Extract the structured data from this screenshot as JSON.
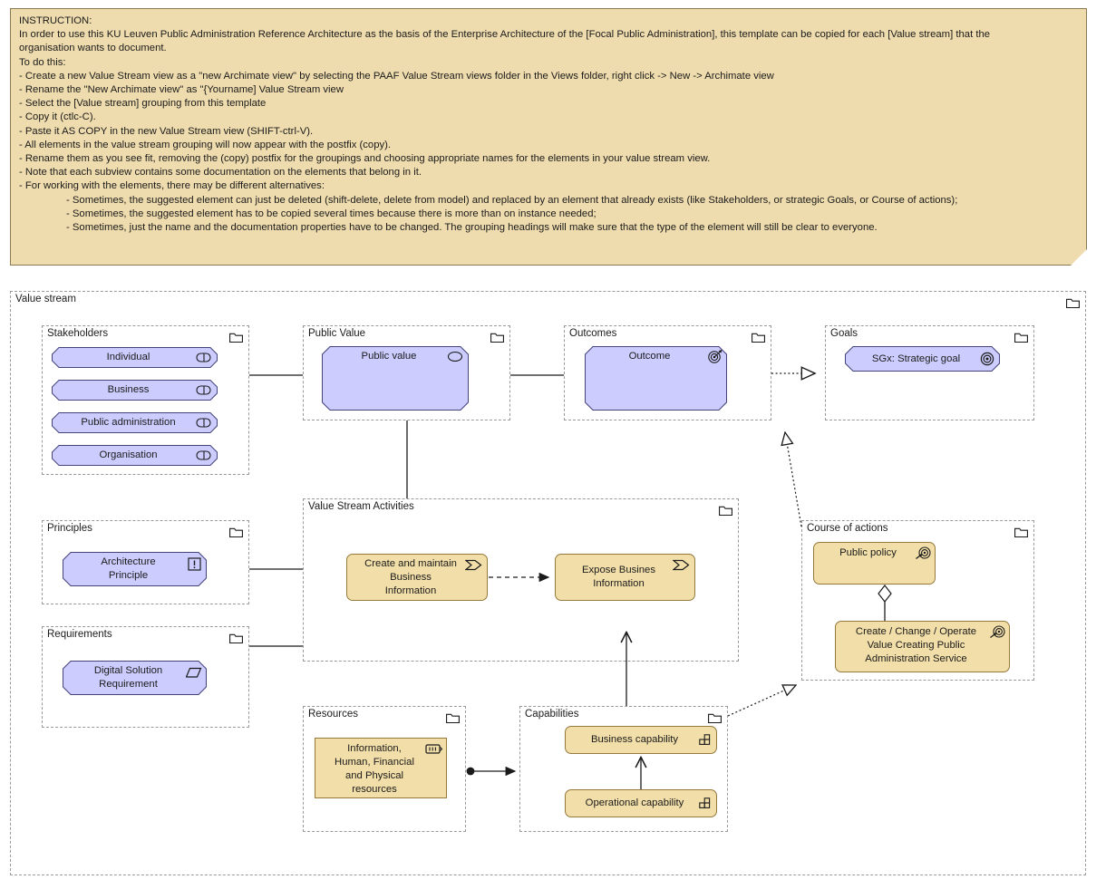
{
  "instruction": {
    "title": "INSTRUCTION:",
    "lines": [
      "In order to use this KU Leuven Public Administration Reference Architecture as the basis of the Enterprise Architecture of the [Focal Public Administration], this template can be copied for each [Value stream] that the",
      "organisation wants to document.",
      "To do this:",
      "- Create a new Value Stream view as a \"new Archimate view\" by selecting the PAAF Value Stream views folder in the Views folder, right click -> New -> Archimate view",
      "- Rename the \"New Archimate view\" as \"{Yourname] Value Stream view",
      "- Select the [Value stream] grouping from this template",
      "- Copy it (ctlc-C).",
      "- Paste it AS COPY in the new Value Stream view (SHIFT-ctrl-V).",
      "- All elements in the value stream grouping will now appear with the postfix (copy).",
      "- Rename them as you see fit, removing the (copy) postfix for the groupings and choosing appropriate names for the elements in your value stream view.",
      "- Note that each subview contains some documentation on the elements that belong in it.",
      "- For working with the elements, there may be different alternatives:"
    ],
    "sub_lines": [
      "- Sometimes, the suggested element can just be deleted (shift-delete, delete from model) and replaced by an element that already exists (like Stakeholders, or strategic Goals, or Course of actions);",
      "- Sometimes, the suggested element has to be copied several times because there is more than on instance needed;",
      "- Sometimes, just the name and the documentation properties have to be changed. The grouping headings will make sure that the type of the element will still be clear to everyone."
    ]
  },
  "diagram": {
    "outer_group_label": "Value stream",
    "groups": {
      "stakeholders": "Stakeholders",
      "public_value": "Public Value",
      "outcomes": "Outcomes",
      "goals": "Goals",
      "principles": "Principles",
      "requirements": "Requirements",
      "value_stream_activities": "Value Stream Activities",
      "course_of_actions": "Course of actions",
      "resources": "Resources",
      "capabilities": "Capabilities"
    },
    "elements": {
      "individual": {
        "label": "Individual",
        "icon": "stakeholder-role-icon"
      },
      "business": {
        "label": "Business",
        "icon": "stakeholder-role-icon"
      },
      "public_administration": {
        "label": "Public administration",
        "icon": "stakeholder-role-icon"
      },
      "organisation": {
        "label": "Organisation",
        "icon": "stakeholder-role-icon"
      },
      "public_value": {
        "label": "Public value",
        "icon": "value-oval-icon"
      },
      "outcome": {
        "label": "Outcome",
        "icon": "outcome-target-arrow-icon"
      },
      "strategic_goal": {
        "label": "SGx: Strategic goal",
        "icon": "goal-bullseye-icon"
      },
      "architecture_principle": {
        "label": "Architecture\nPrinciple",
        "icon": "principle-exclamation-icon"
      },
      "digital_solution_requirement": {
        "label": "Digital Solution\nRequirement",
        "icon": "requirement-parallelogram-icon"
      },
      "create_maintain_business_information": {
        "label": "Create and maintain\nBusiness\nInformation",
        "icon": "business-process-arrow-icon"
      },
      "expose_business_information": {
        "label": "Expose Busines\nInformation",
        "icon": "business-process-arrow-icon"
      },
      "public_policy": {
        "label": "Public policy",
        "icon": "course-of-action-icon"
      },
      "create_change_operate_service": {
        "label": "Create / Change / Operate\nValue Creating Public\nAdministration Service",
        "icon": "course-of-action-icon"
      },
      "resources_element": {
        "label": "Information,\nHuman, Financial\nand Physical\nresources",
        "icon": "resource-icon"
      },
      "business_capability": {
        "label": "Business capability",
        "icon": "capability-blocks-icon"
      },
      "operational_capability": {
        "label": "Operational capability",
        "icon": "capability-blocks-icon"
      }
    },
    "colors": {
      "motivation_fill": "#CCCCFF",
      "motivation_stroke": "#43437A",
      "business_fill": "#F2DEA8",
      "business_stroke": "#95793D",
      "note_fill": "#EFDCAE",
      "note_stroke": "#8A7A52",
      "group_stroke": "#9A9A9A",
      "connector_stroke": "#1B1B1B"
    },
    "relationships": [
      {
        "name": "stakeholders-to-public-value",
        "type": "association"
      },
      {
        "name": "public-value-to-outcome",
        "type": "association"
      },
      {
        "name": "outcome-to-strategic-goal",
        "type": "realization"
      },
      {
        "name": "public-value-to-value-stream-activities",
        "type": "association"
      },
      {
        "name": "principles-to-value-stream-activities",
        "type": "association"
      },
      {
        "name": "requirements-to-value-stream-activities",
        "type": "association"
      },
      {
        "name": "create-maintain-to-expose",
        "type": "triggering"
      },
      {
        "name": "public-policy-aggregates-service",
        "type": "aggregation"
      },
      {
        "name": "course-of-actions-to-outcome",
        "type": "realization"
      },
      {
        "name": "capabilities-to-course-of-actions",
        "type": "realization"
      },
      {
        "name": "capabilities-to-value-stream-activities",
        "type": "serving"
      },
      {
        "name": "resources-to-capabilities",
        "type": "assignment"
      },
      {
        "name": "operational-to-business-capability",
        "type": "specialization"
      }
    ]
  }
}
